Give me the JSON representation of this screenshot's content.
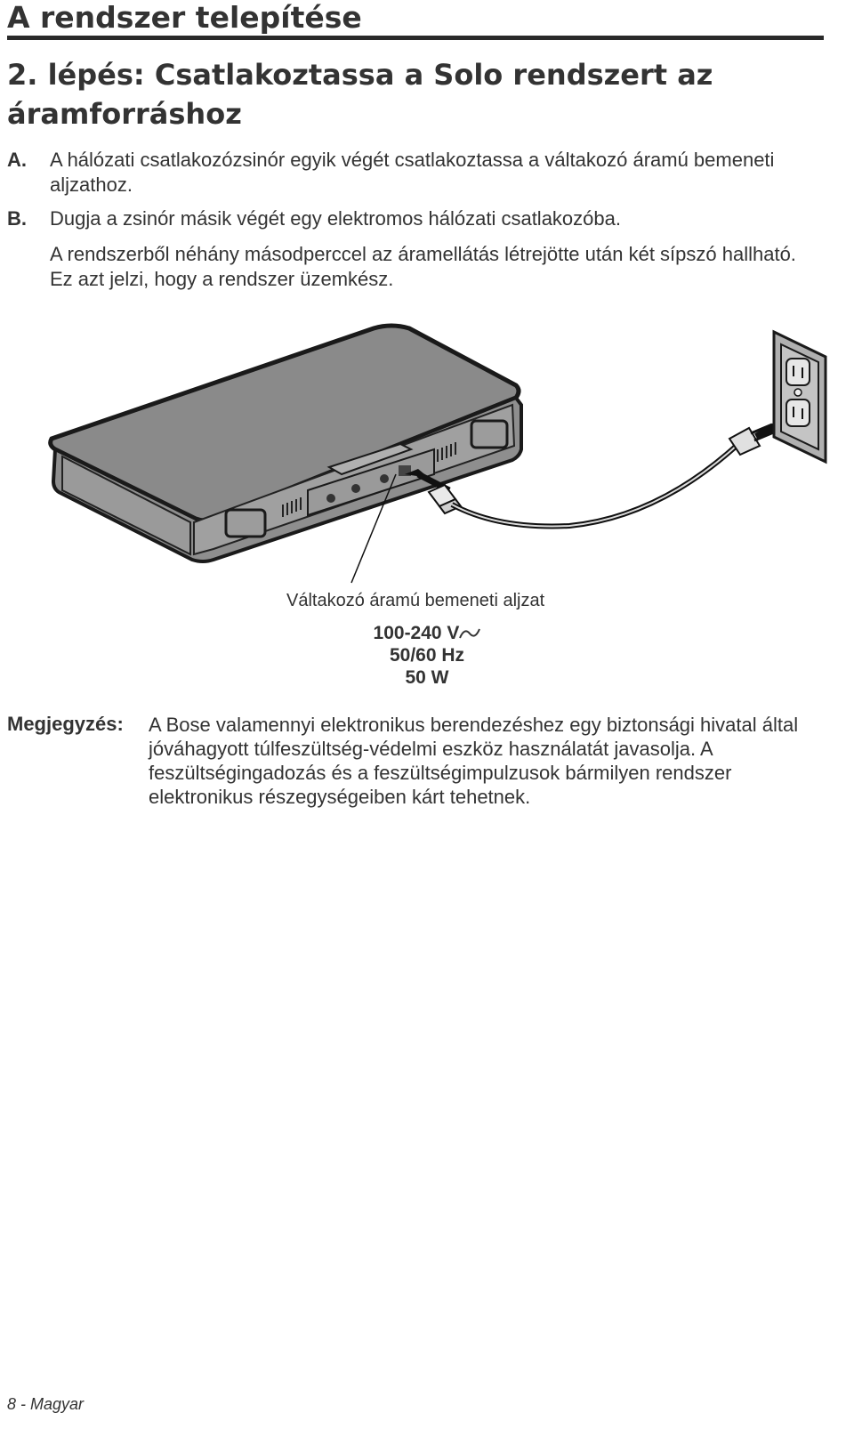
{
  "header": {
    "title": "A rendszer telepítése"
  },
  "step": {
    "title": "2. lépés: Csatlakoztassa a Solo rendszert az áramforráshoz"
  },
  "instructions": [
    {
      "marker": "A.",
      "text": "A hálózati csatlakozózsinór egyik végét csatlakoztassa a váltakozó áramú bemeneti aljzathoz."
    },
    {
      "marker": "B.",
      "text": "Dugja a zsinór másik végét egy elektromos hálózati csatlakozóba."
    }
  ],
  "after_note": "A rendszerből néhány másodperccel az áramellátás létrejötte után két sípszó hallható. Ez azt jelzi, hogy a rendszer üzemkész.",
  "figure": {
    "caption": "Váltakozó áramú bemeneti aljzat",
    "spec_voltage": "100-240 V",
    "spec_freq": "50/60 Hz",
    "spec_power": "50 W"
  },
  "note": {
    "label": "Megjegyzés:",
    "text": "A Bose valamennyi elektronikus berendezéshez egy biztonsági hivatal által jóváhagyott túlfeszültség-védelmi eszköz használatát javasolja. A feszültségingadozás és a feszültségimpulzusok bármilyen rendszer elektronikus részegységeiben kárt tehetnek."
  },
  "footer": {
    "page": "8 - Magyar"
  }
}
